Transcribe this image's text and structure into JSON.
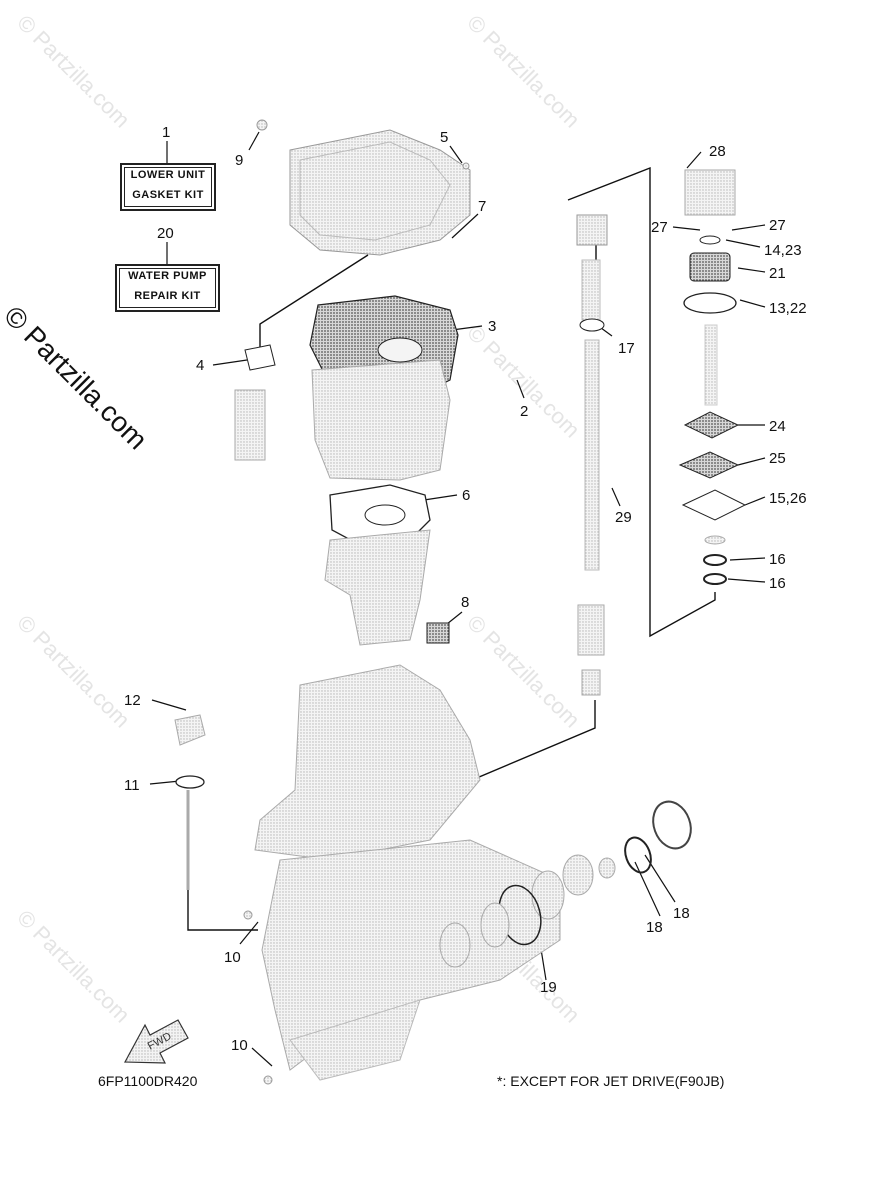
{
  "watermark": {
    "text": "© Partzilla.com",
    "big_text": "© Partzilla.com"
  },
  "kits": {
    "kit1": {
      "line1": "LOWER UNIT",
      "line2": "GASKET KIT"
    },
    "kit20": {
      "line1": "WATER PUMP",
      "line2": "REPAIR KIT"
    }
  },
  "callouts": [
    "1",
    "2",
    "3",
    "4",
    "5",
    "6",
    "7",
    "8",
    "9",
    "10",
    "10",
    "11",
    "12",
    "13,22",
    "14,23",
    "15,26",
    "16",
    "16",
    "17",
    "18",
    "18",
    "19",
    "20",
    "21",
    "24",
    "25",
    "27",
    "27",
    "28",
    "29"
  ],
  "fwd_label": "FWD",
  "diagram_code": "6FP1100DR420",
  "footnote": "*: EXCEPT FOR JET DRIVE(F90JB)"
}
